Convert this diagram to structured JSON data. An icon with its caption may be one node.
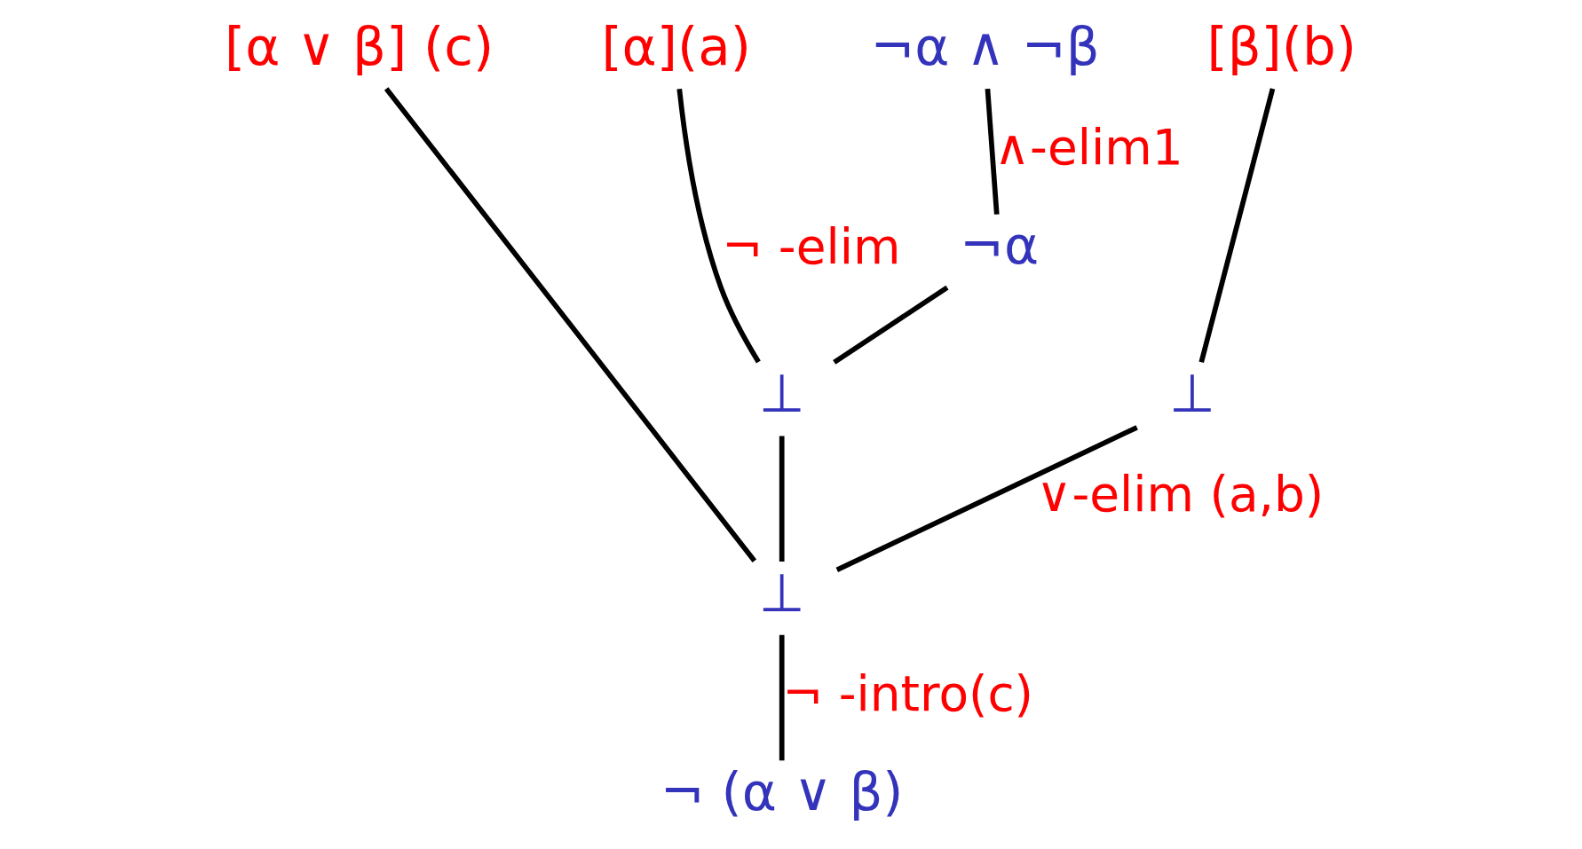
{
  "diagram": {
    "nodes": [
      {
        "text": [
          "¬α ∧ ¬β"
        ]
      },
      {
        "text": [
          "[α](a)"
        ]
      },
      {
        "text": [
          "[β](b)"
        ]
      },
      {
        "text": [
          "[α ∨ β] (c)"
        ]
      },
      {
        "text": [
          "¬α"
        ]
      },
      {
        "text": [
          "⊥"
        ]
      },
      {
        "text": [
          "⊥"
        ]
      },
      {
        "text": [
          "⊥"
        ]
      },
      {
        "text": [
          "¬ (α ∨ β)"
        ]
      }
    ],
    "edges": [
      {
        "from": 0,
        "to": 4,
        "arrow": "none",
        "label": "∧-elim1"
      },
      {
        "from": 4,
        "to": 5,
        "arrow": "none"
      },
      {
        "from": 1,
        "to": 5,
        "arrow": "none",
        "label": "¬ -elim"
      },
      {
        "from": 2,
        "to": 6,
        "arrow": "none"
      },
      {
        "from": 5,
        "to": 7,
        "arrow": "none"
      },
      {
        "from": 6,
        "to": 7,
        "arrow": "none",
        "label": "∨-elim (a,b)"
      },
      {
        "from": 3,
        "to": 7,
        "arrow": "none"
      },
      {
        "from": 7,
        "to": 8,
        "arrow": "none",
        "label": "¬ -intro(c)"
      }
    ]
  }
}
